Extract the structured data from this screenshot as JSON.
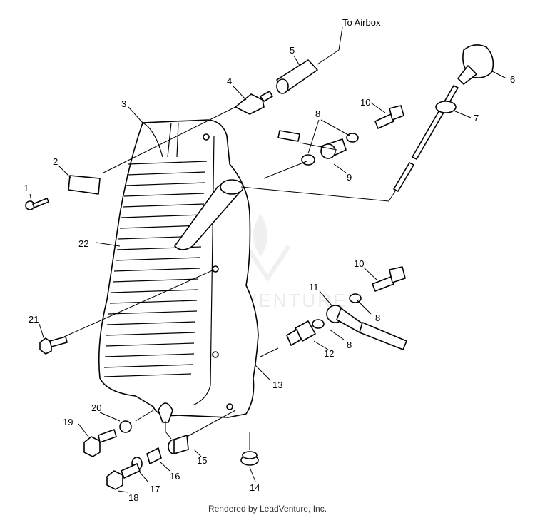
{
  "diagram": {
    "airbox_label": "To Airbox",
    "watermark_text": "ADVENTURE",
    "footer": "Rendered by LeadVenture, Inc.",
    "callouts": [
      "1",
      "2",
      "3",
      "4",
      "5",
      "6",
      "7",
      "8",
      "9",
      "10",
      "22",
      "21",
      "11",
      "10",
      "8",
      "8",
      "12",
      "13",
      "20",
      "19",
      "15",
      "16",
      "14",
      "17",
      "18"
    ]
  }
}
